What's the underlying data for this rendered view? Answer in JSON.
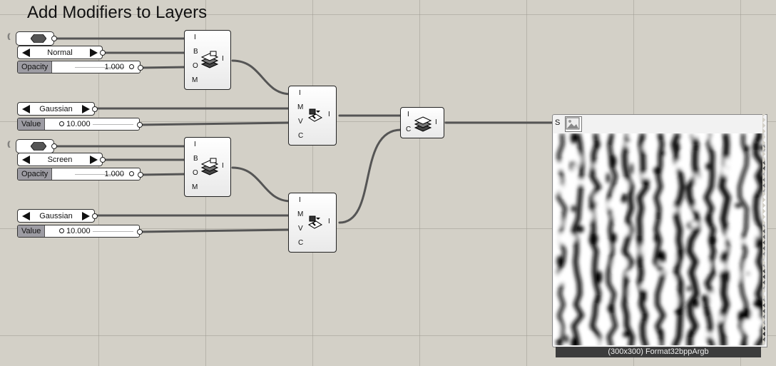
{
  "title": "Add Modifiers to Layers",
  "pins": {
    "I": "I",
    "B": "B",
    "O": "O",
    "M": "M",
    "V": "V",
    "C": "C",
    "S": "S"
  },
  "group_a": {
    "blend_list": {
      "value": "Normal"
    },
    "opacity": {
      "label": "Opacity",
      "value": "1.000",
      "fill": 1.0
    },
    "blur_list": {
      "value": "Gaussian"
    },
    "blur_value": {
      "label": "Value",
      "value": "10.000",
      "fill": 0.0
    }
  },
  "group_b": {
    "blend_list": {
      "value": "Screen"
    },
    "opacity": {
      "label": "Opacity",
      "value": "1.000",
      "fill": 1.0
    },
    "blur_list": {
      "value": "Gaussian"
    },
    "blur_value": {
      "label": "Value",
      "value": "10.000",
      "fill": 0.0
    }
  },
  "image_panel": {
    "footer": "(300x300) Format32bppArgb"
  },
  "icons": [
    "toggle-hex-icon",
    "layer-stack-icon",
    "modifier-icon",
    "image-icon"
  ],
  "colors": {
    "canvas": "#d3d0c7",
    "wire": "#555555",
    "slider_label": "#9d9ca3",
    "panel_footer": "#3c3c3c"
  }
}
